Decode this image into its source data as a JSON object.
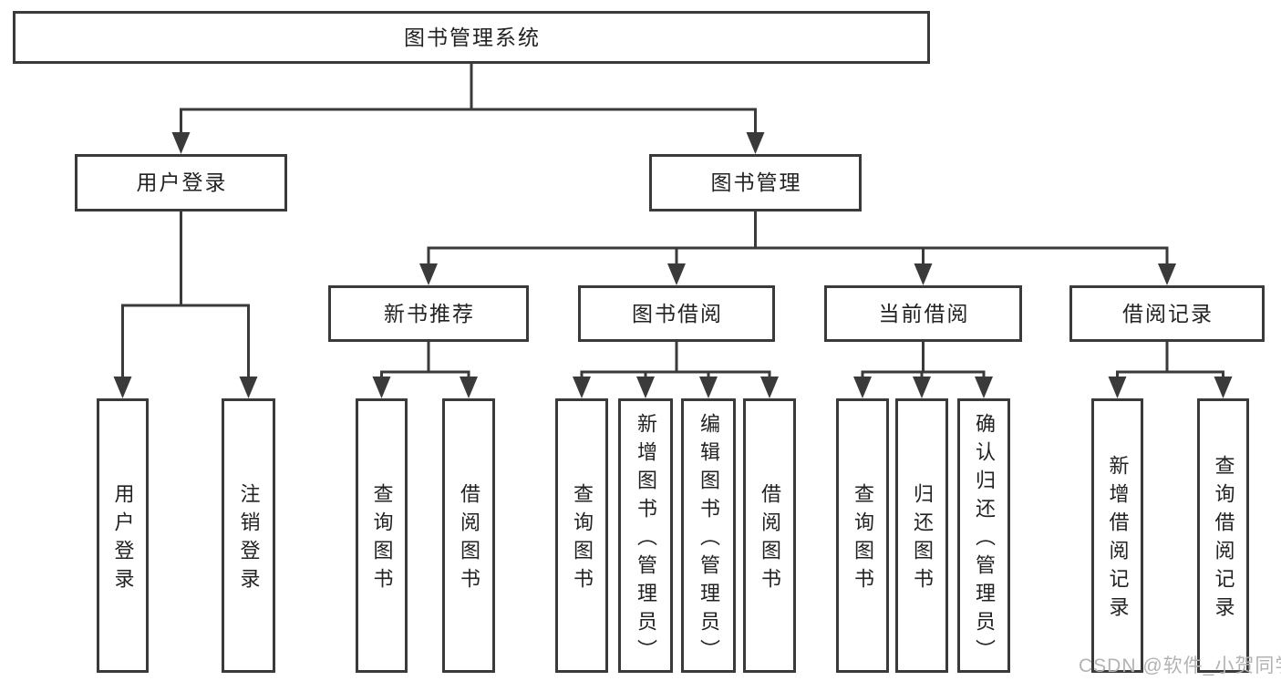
{
  "diagram": {
    "title": "图书管理系统",
    "level2": [
      {
        "label": "用户登录"
      },
      {
        "label": "图书管理"
      }
    ],
    "level3": [
      {
        "label": "新书推荐"
      },
      {
        "label": "图书借阅"
      },
      {
        "label": "当前借阅"
      },
      {
        "label": "借阅记录"
      }
    ],
    "leafGroups": [
      {
        "parent": "用户登录",
        "leaves": [
          "用户登录",
          "注销登录"
        ]
      },
      {
        "parent": "新书推荐",
        "leaves": [
          "查询图书",
          "借阅图书"
        ]
      },
      {
        "parent": "图书借阅",
        "leaves": [
          "查询图书",
          "新增图书（管理员）",
          "编辑图书（管理员）",
          "借阅图书"
        ]
      },
      {
        "parent": "当前借阅",
        "leaves": [
          "查询图书",
          "归还图书",
          "确认归还（管理员）"
        ]
      },
      {
        "parent": "借阅记录",
        "leaves": [
          "新增借阅记录",
          "查询借阅记录"
        ]
      }
    ],
    "watermark": "CSDN @软件_小贺同学",
    "colors": {
      "line": "#3a3a3a",
      "text": "#222222",
      "background": "#ffffff",
      "watermark": "#b3b3b3"
    }
  }
}
